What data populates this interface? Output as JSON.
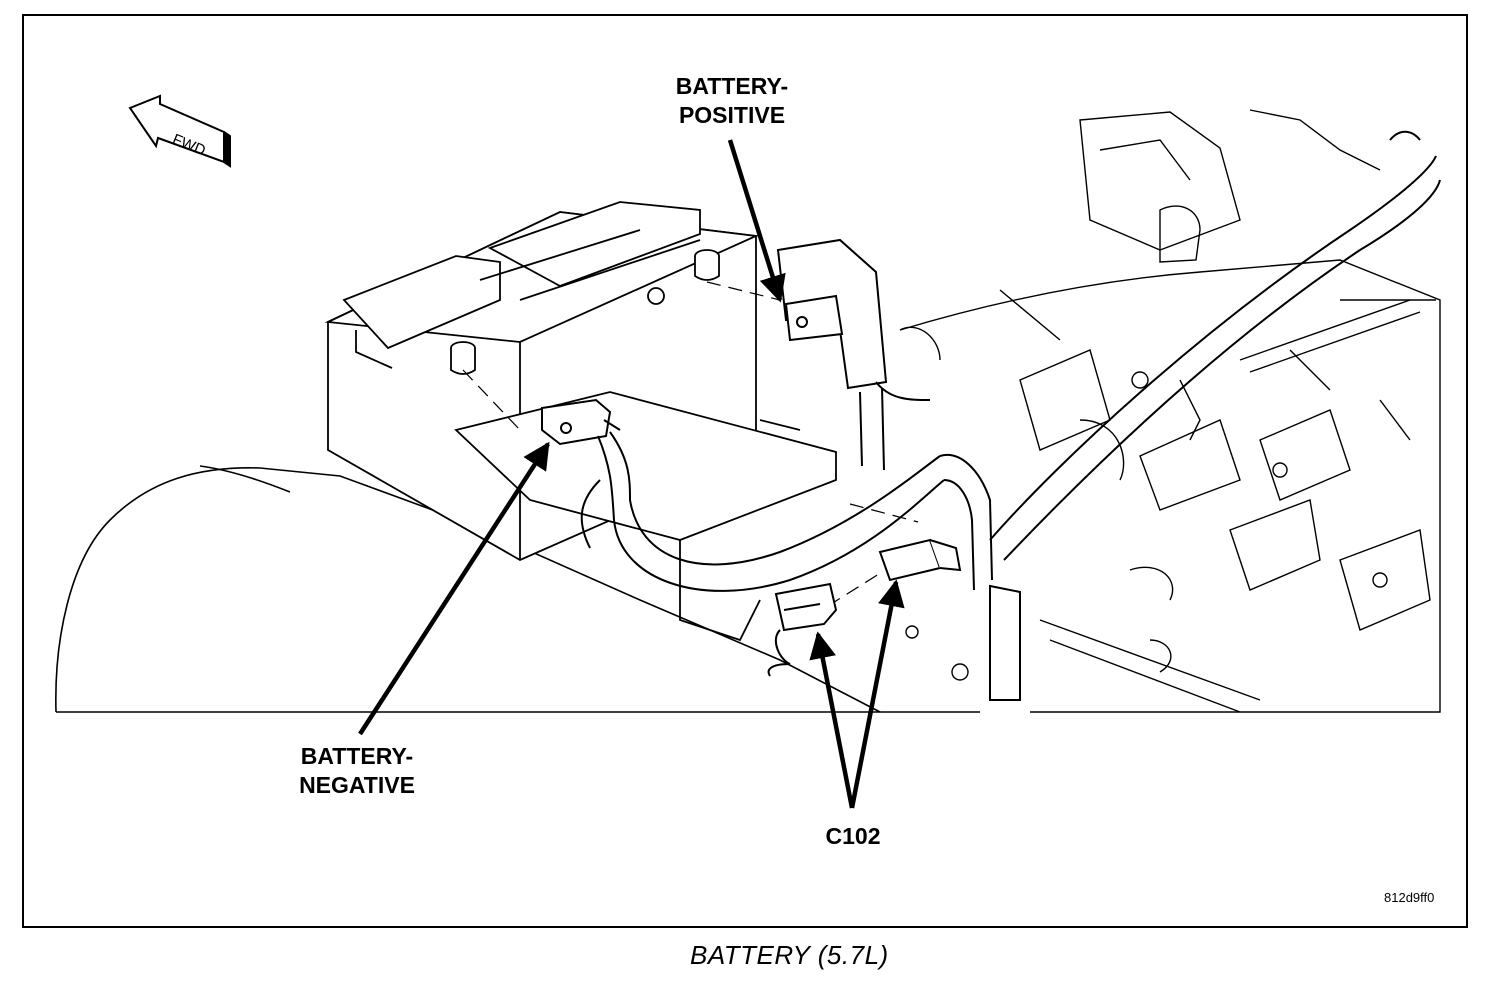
{
  "labels": {
    "battery_positive": [
      "BATTERY-",
      "POSITIVE"
    ],
    "battery_negative": [
      "BATTERY-",
      "NEGATIVE"
    ],
    "connector": "C102"
  },
  "fwd_arrow_text": "FWD",
  "figure_id": "812d9ff0",
  "caption": "BATTERY (5.7L)"
}
